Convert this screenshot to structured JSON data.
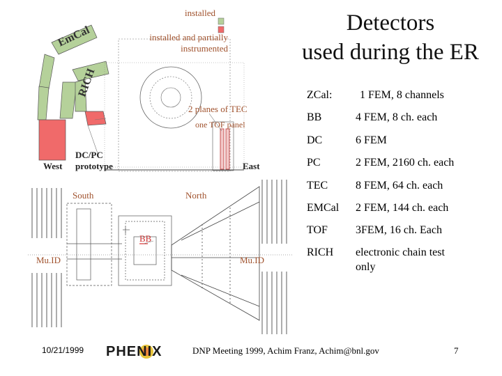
{
  "title_line1": "Detectors",
  "title_line2": "used during the ER",
  "legend": {
    "installed": "installed",
    "partial": "installed and partially instrumented"
  },
  "colors": {
    "installed": "#b5d19a",
    "partial": "#f06a6a",
    "text_brown": "#a0522d"
  },
  "diagram_labels": {
    "emcal": "EmCal",
    "rich": "RICH",
    "tec": "2 planes of TEC",
    "tof": "one TOF panel",
    "west": "West",
    "east": "East",
    "dcpc_line1": "DC/PC",
    "dcpc_line2": "prototype",
    "south": "South",
    "north": "North",
    "bb": "BB",
    "muid_left": "Mu.ID",
    "muid_right": "Mu.ID"
  },
  "detector_table": [
    {
      "name": "ZCal:",
      "value": "1 FEM, 8 channels"
    },
    {
      "name": "BB",
      "value": "4 FEM, 8 ch. each"
    },
    {
      "name": "DC",
      "value": "6 FEM"
    },
    {
      "name": "PC",
      "value": "2 FEM, 2160 ch. each"
    },
    {
      "name": "TEC",
      "value": "8 FEM, 64 ch. each"
    },
    {
      "name": "EMCal",
      "value": "2 FEM, 144 ch. each"
    },
    {
      "name": "TOF",
      "value": "3FEM, 16 ch. Each"
    },
    {
      "name": "RICH",
      "value_line1": "electronic chain test",
      "value_line2": "only"
    }
  ],
  "footer": {
    "date": "10/21/1999",
    "logo": "PHENIX",
    "meeting": "DNP Meeting 1999, Achim Franz, Achim@bnl.gov",
    "page": "7"
  }
}
